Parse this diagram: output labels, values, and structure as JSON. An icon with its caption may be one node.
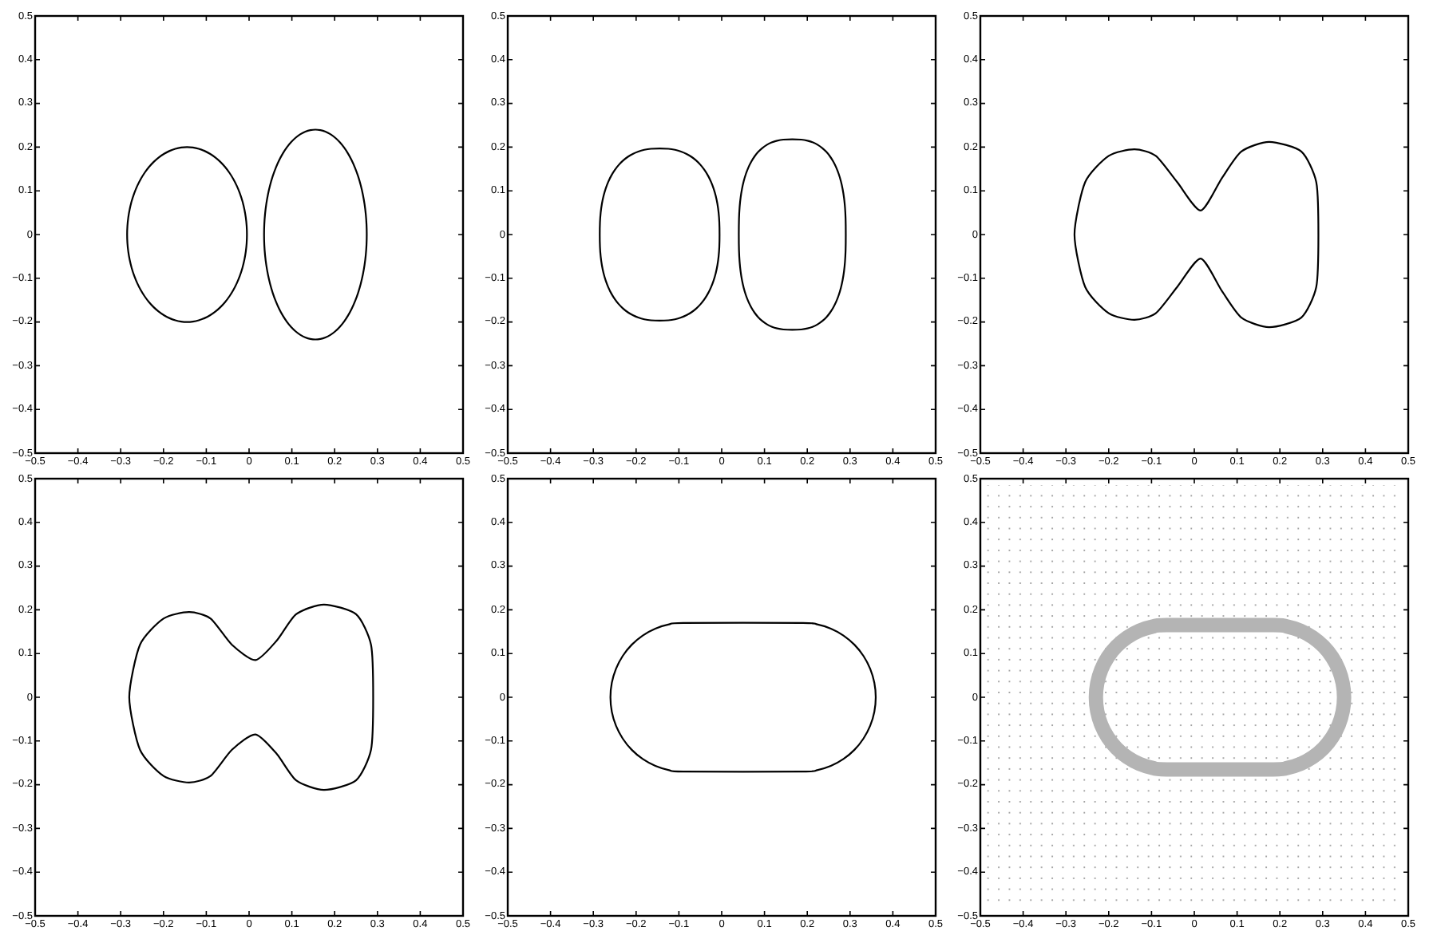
{
  "diagram": {
    "labels": [
      "0.5",
      "0.4",
      "0.3",
      "0.2",
      "0.1",
      "0",
      "−0.1",
      "−0.2",
      "−0.3",
      "−0.4",
      "−0.5",
      "−0.5",
      "−0.4",
      "−0.3",
      "−0.2",
      "−0.1",
      "0",
      "0.1",
      "0.2",
      "0.3",
      "0.4",
      "0.5",
      "0.5",
      "0.4",
      "0.3",
      "0.2",
      "0.1",
      "0",
      "−0.1",
      "−0.2",
      "−0.3",
      "−0.4",
      "−0.5",
      "−0.5",
      "−0.4",
      "−0.3",
      "−0.2",
      "−0.1",
      "0",
      "0.1",
      "0.2",
      "0.3",
      "0.4",
      "0.5",
      "0.5",
      "0.4",
      "0.3",
      "0.2",
      "0.1",
      "0",
      "−0.1",
      "−0.2",
      "−0.3",
      "−0.4",
      "−0.5",
      "−0.5",
      "−0.4",
      "−0.3",
      "−0.2",
      "−0.1",
      "0",
      "0.1",
      "0.2",
      "0.3",
      "0.4",
      "0.5",
      "0.5",
      "0.4",
      "0.3",
      "0.2",
      "0.1",
      "0",
      "−0.1",
      "−0.2",
      "−0.3",
      "−0.4",
      "−0.5",
      "−0.5",
      "−0.4",
      "−0.3",
      "−0.2",
      "−0.1",
      "0",
      "0.1",
      "0.2",
      "0.3",
      "0.4",
      "0.5",
      "0.5",
      "0.4",
      "0.3",
      "0.2",
      "0.1",
      "0",
      "−0.1",
      "−0.2",
      "−0.3",
      "−0.4",
      "−0.5",
      "−0.5",
      "−0.4",
      "−0.3",
      "−0.2",
      "−0.1",
      "0",
      "0.1",
      "0.2",
      "0.3",
      "0.4",
      "0.5",
      "0.5",
      "0.4",
      "0.3",
      "0.2",
      "0.1",
      "0",
      "−0.1",
      "−0.2",
      "−0.3",
      "−0.4",
      "−0.5",
      "−0.5",
      "−0.4",
      "−0.3",
      "−0.2",
      "−0.1",
      "0",
      "0.1",
      "0.2",
      "0.3",
      "0.4",
      "0.5"
    ]
  }
}
